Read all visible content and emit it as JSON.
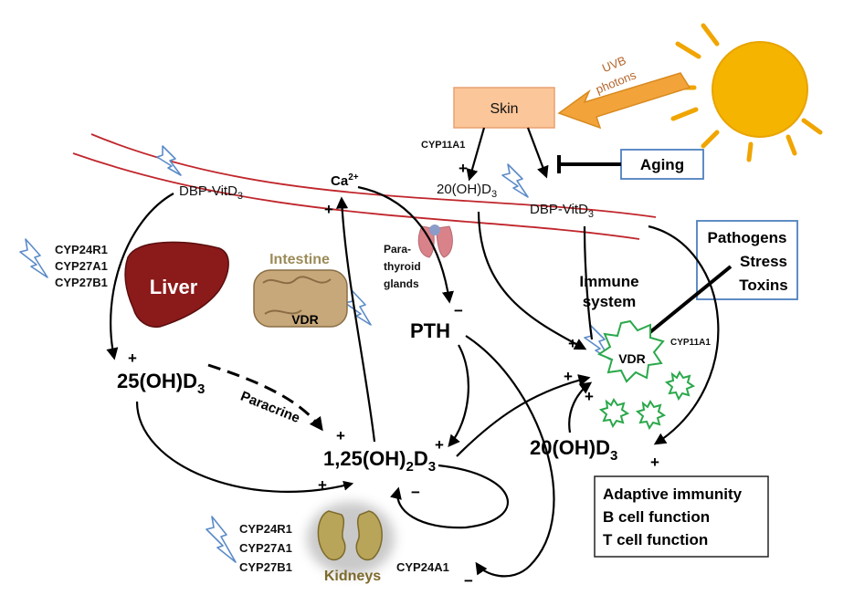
{
  "labels": {
    "uvb": [
      "UVB",
      "photons"
    ],
    "skin": "Skin",
    "aging": "Aging",
    "cyp11a1_top": "CYP11A1",
    "ca": "Ca",
    "ca_sup": "2+",
    "oh_d3_vessel": "20(OH)D",
    "dbp_left": "DBP-VitD",
    "dbp_right": "DBP-VitD",
    "sub3": "3",
    "pathogens": [
      "Pathogens",
      "Stress",
      "Toxins"
    ],
    "enzymes_left": [
      "CYP24R1",
      "CYP27A1",
      "CYP27B1"
    ],
    "liver": "Liver",
    "intestine": "Intestine",
    "vdr": "VDR",
    "parathyroid": [
      "Para-",
      "thyroid",
      "glands"
    ],
    "pth": "PTH",
    "immune": [
      "Immune",
      "system"
    ],
    "cyp11a1_right": "CYP11A1",
    "d25": "25(OH)D",
    "paracrine": "Paracrine",
    "d125_a": "1,25(OH)",
    "d125_sub2": "2",
    "d125_b": "D",
    "oh20_bottom": "20(OH)D",
    "adaptive": [
      "Adaptive immunity",
      "B cell function",
      "T cell function"
    ],
    "enzymes_bottom": [
      "CYP24R1",
      "CYP27A1",
      "CYP27B1"
    ],
    "kidneys": "Kidneys",
    "cyp24a1": "CYP24A1",
    "plus": "+",
    "minus": "−"
  },
  "colors": {
    "vessel": "#c0262c",
    "sun": "#f5b400",
    "sun_ray": "#f0a500",
    "arrow_orange": "#f2a43a",
    "skin_fill": "#fbc69a",
    "box_border": "#4f7fbf",
    "liver": "#8b1a1a",
    "intestine_text": "#9b8b58",
    "kidney_text": "#7d6a2c",
    "kidney": "#b8a55a",
    "vdr_star": "#2aa84a",
    "bolt": "#5b8bc8",
    "uvb_text": "#b5652a"
  }
}
